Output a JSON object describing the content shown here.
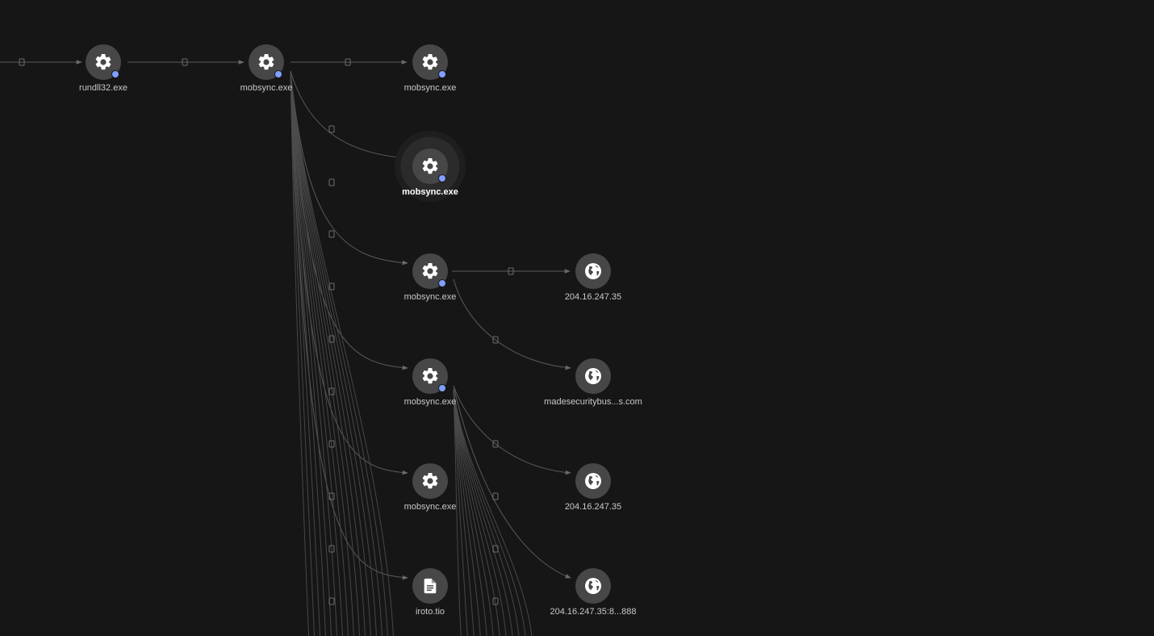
{
  "graph": {
    "nodes": [
      {
        "id": "n_rundll32",
        "label": "rundll32.exe",
        "type": "process",
        "icon": "gear-icon",
        "badge": true,
        "selected": false
      },
      {
        "id": "n_mob1",
        "label": "mobsync.exe",
        "type": "process",
        "icon": "gear-icon",
        "badge": true,
        "selected": false
      },
      {
        "id": "n_mob2",
        "label": "mobsync.exe",
        "type": "process",
        "icon": "gear-icon",
        "badge": true,
        "selected": false
      },
      {
        "id": "n_mob3",
        "label": "mobsync.exe",
        "type": "process",
        "icon": "gear-icon",
        "badge": true,
        "selected": true
      },
      {
        "id": "n_mob4",
        "label": "mobsync.exe",
        "type": "process",
        "icon": "gear-icon",
        "badge": true,
        "selected": false
      },
      {
        "id": "n_mob5",
        "label": "mobsync.exe",
        "type": "process",
        "icon": "gear-icon",
        "badge": true,
        "selected": false
      },
      {
        "id": "n_mob6",
        "label": "mobsync.exe",
        "type": "process",
        "icon": "gear-icon",
        "badge": false,
        "selected": false
      },
      {
        "id": "n_iroto",
        "label": "iroto.tio",
        "type": "file",
        "icon": "file-icon",
        "badge": false,
        "selected": false
      },
      {
        "id": "n_ip1",
        "label": "204.16.247.35",
        "type": "network",
        "icon": "globe-icon",
        "badge": false,
        "selected": false
      },
      {
        "id": "n_domain",
        "label": "madesecuritybus...s.com",
        "type": "network",
        "icon": "globe-icon",
        "badge": false,
        "selected": false
      },
      {
        "id": "n_ip2",
        "label": "204.16.247.35",
        "type": "network",
        "icon": "globe-icon",
        "badge": false,
        "selected": false
      },
      {
        "id": "n_ip3",
        "label": "204.16.247.35:8...888",
        "type": "network",
        "icon": "globe-icon",
        "badge": false,
        "selected": false
      }
    ]
  },
  "colors": {
    "background": "#161616",
    "node_fill": "#474747",
    "badge": "#7fa0ff",
    "edge": "#5a5a5a",
    "label": "#c9c9c9",
    "label_selected": "#ffffff"
  }
}
